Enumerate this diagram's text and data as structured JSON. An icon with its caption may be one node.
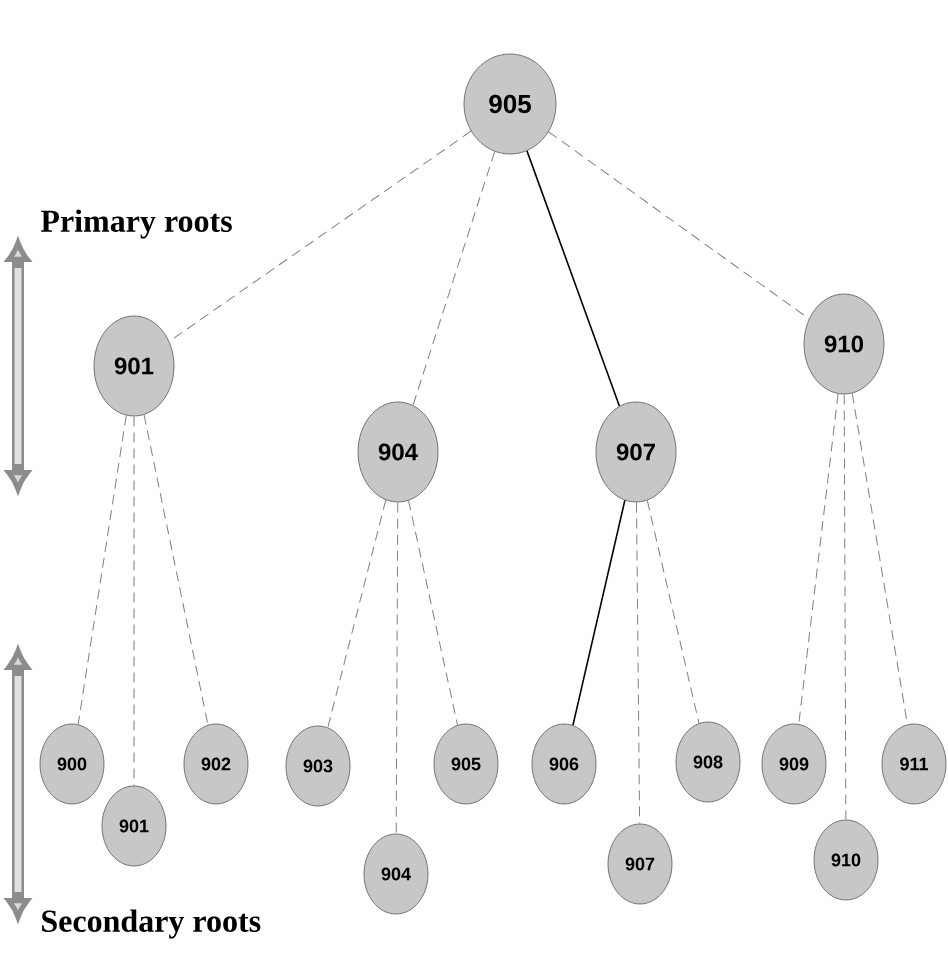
{
  "diagram": {
    "nodes": [
      {
        "text": [
          "905"
        ]
      },
      {
        "text": [
          "901"
        ]
      },
      {
        "text": [
          "904"
        ]
      },
      {
        "text": [
          "907"
        ]
      },
      {
        "text": [
          "910"
        ]
      },
      {
        "text": [
          "900"
        ]
      },
      {
        "text": [
          "901"
        ]
      },
      {
        "text": [
          "902"
        ]
      },
      {
        "text": [
          "903"
        ]
      },
      {
        "text": [
          "904"
        ]
      },
      {
        "text": [
          "905"
        ]
      },
      {
        "text": [
          "906"
        ]
      },
      {
        "text": [
          "907"
        ]
      },
      {
        "text": [
          "908"
        ]
      },
      {
        "text": [
          "909"
        ]
      },
      {
        "text": [
          "910"
        ]
      },
      {
        "text": [
          "911"
        ]
      }
    ],
    "edges": [
      {
        "from": 0,
        "to": 1,
        "arrow": "none",
        "style": "dashed"
      },
      {
        "from": 0,
        "to": 2,
        "arrow": "none",
        "style": "dashed"
      },
      {
        "from": 0,
        "to": 3,
        "arrow": "none",
        "color": "#000000"
      },
      {
        "from": 0,
        "to": 4,
        "arrow": "none",
        "style": "dashed"
      },
      {
        "from": 1,
        "to": 5,
        "arrow": "none",
        "style": "dashed"
      },
      {
        "from": 1,
        "to": 6,
        "arrow": "none",
        "style": "dashed"
      },
      {
        "from": 1,
        "to": 7,
        "arrow": "none",
        "style": "dashed"
      },
      {
        "from": 2,
        "to": 8,
        "arrow": "none",
        "style": "dashed"
      },
      {
        "from": 2,
        "to": 9,
        "arrow": "none",
        "style": "dashed"
      },
      {
        "from": 2,
        "to": 10,
        "arrow": "none",
        "style": "dashed"
      },
      {
        "from": 3,
        "to": 11,
        "arrow": "none",
        "color": "#000000"
      },
      {
        "from": 3,
        "to": 12,
        "arrow": "none",
        "style": "dashed"
      },
      {
        "from": 3,
        "to": 13,
        "arrow": "none",
        "style": "dashed"
      },
      {
        "from": 4,
        "to": 14,
        "arrow": "none",
        "style": "dashed"
      },
      {
        "from": 4,
        "to": 15,
        "arrow": "none",
        "style": "dashed"
      },
      {
        "from": 4,
        "to": 16,
        "arrow": "none",
        "style": "dashed"
      }
    ],
    "labels": [
      "Primary roots",
      "Secondary roots"
    ]
  }
}
